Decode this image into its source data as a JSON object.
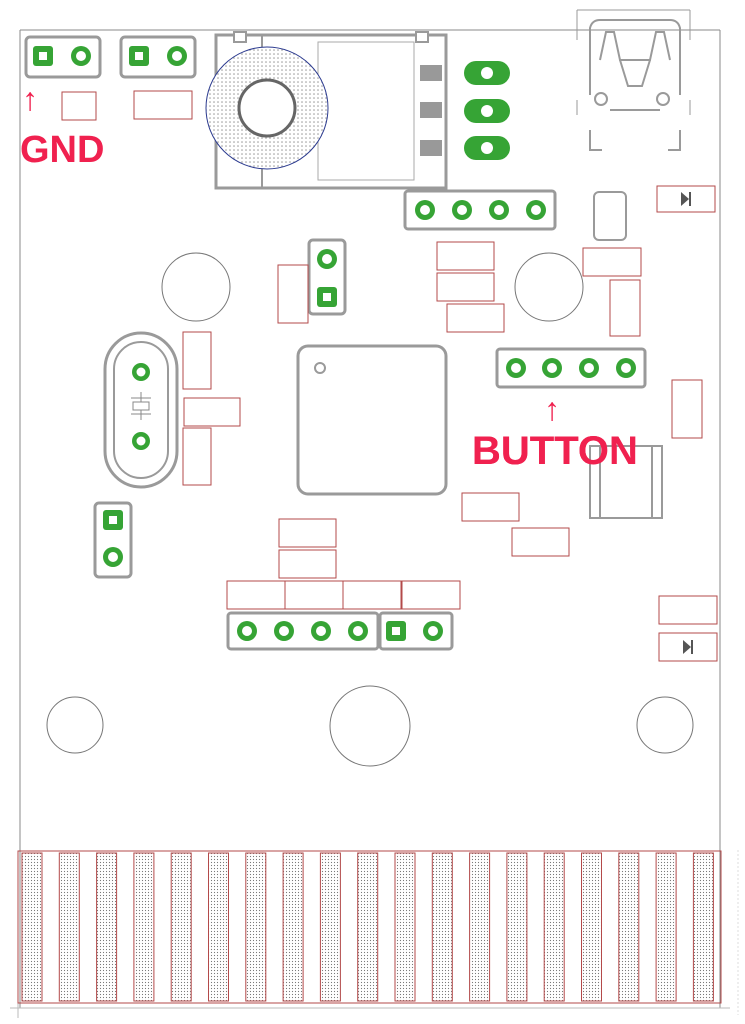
{
  "annotations": {
    "gnd_label": "GND",
    "button_label": "BUTTON",
    "arrow_glyph": "↑"
  },
  "colors": {
    "annotation": "#f0214f",
    "pad_green": "#36a435",
    "outline_gray": "#9a9a9a",
    "silk_red": "#b34a4a",
    "board_edge": "#777777"
  },
  "components": {
    "header_gnd": {
      "pins": 2
    },
    "header_top2": {
      "pins": 2
    },
    "header_top4": {
      "pins": 4
    },
    "header_button": {
      "pins": 4
    },
    "header_bottom4": {
      "pins": 4
    },
    "header_bottom2": {
      "pins": 2
    },
    "header_mid_vertical": {
      "pins": 2
    },
    "header_left_vertical": {
      "pins": 2
    },
    "regulator_pads": {
      "pins": 3
    },
    "edge_connector": {
      "contacts": 19
    }
  }
}
